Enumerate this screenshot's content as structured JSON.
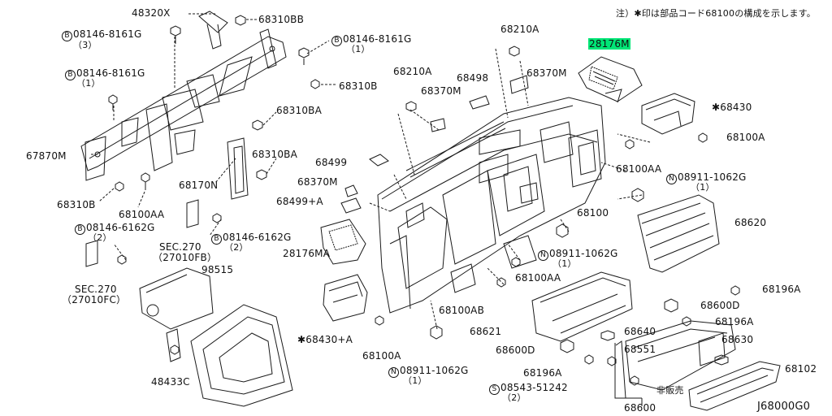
{
  "note": "注）✱印は部品コード68100の構成を示します。",
  "diagram_code": "J68000G0",
  "labels": {
    "p48320X": "48320X",
    "p68310BB": "68310BB",
    "bolt_a": "08146-8161G",
    "bolt_a_qty": "（3）",
    "bolt_b": "08146-8161G",
    "bolt_b_qty": "（1）",
    "bolt_c": "08146-8161G",
    "bolt_c_qty": "（1）",
    "p68310B_top": "68310B",
    "p68310BA_1": "68310BA",
    "p68310BA_2": "68310BA",
    "p67870M": "67870M",
    "p68310B_left": "68310B",
    "p68100AA_left": "68100AA",
    "p68170N": "68170N",
    "bolt_d": "08146-6162G",
    "bolt_d_qty": "（2）",
    "sec270_a": "SEC.270",
    "sec270_a_ref": "（27010FB）",
    "bolt_e": "08146-6162G",
    "bolt_e_qty": "（2）",
    "sec270_b": "SEC.270",
    "sec270_b_ref": "（27010FC）",
    "p98515": "98515",
    "p48433C": "48433C",
    "p68210A_1": "68210A",
    "p68210A_2": "68210A",
    "p68370M_1": "68370M",
    "p68370M_2": "68370M",
    "p68370M_3": "68370M",
    "p68498": "68498",
    "p68499": "68499",
    "p68499A": "68499+A",
    "p28176M": "28176M",
    "p28176MA": "28176MA",
    "p68430": "✱68430",
    "p68430A": "✱68430+A",
    "p68100A_1": "68100A",
    "p68100A_2": "68100A",
    "p68100AA_2": "68100AA",
    "p68100AA_3": "68100AA",
    "p68100": "68100",
    "nut_a": "08911-1062G",
    "nut_a_qty": "（1）",
    "nut_b": "08911-1062G",
    "nut_b_qty": "（1）",
    "nut_c": "08911-1062G",
    "nut_c_qty": "（1）",
    "p68620": "68620",
    "p68196A_1": "68196A",
    "p68196A_2": "68196A",
    "p68196A_3": "68196A",
    "p68600D_1": "68600D",
    "p68600D_2": "68600D",
    "p68100AB": "68100AB",
    "p68621": "68621",
    "p68640": "68640",
    "p68630": "68630",
    "p68551": "68551",
    "p68102": "68102",
    "screw": "08543-51242",
    "screw_qty": "（2）",
    "p68600": "68600",
    "not_sold": "非販売"
  },
  "callout_letters": {
    "B": "B",
    "N": "N",
    "S": "S"
  },
  "colors": {
    "line": "#1a1a1a",
    "highlight": "#00e676",
    "background": "#ffffff"
  }
}
